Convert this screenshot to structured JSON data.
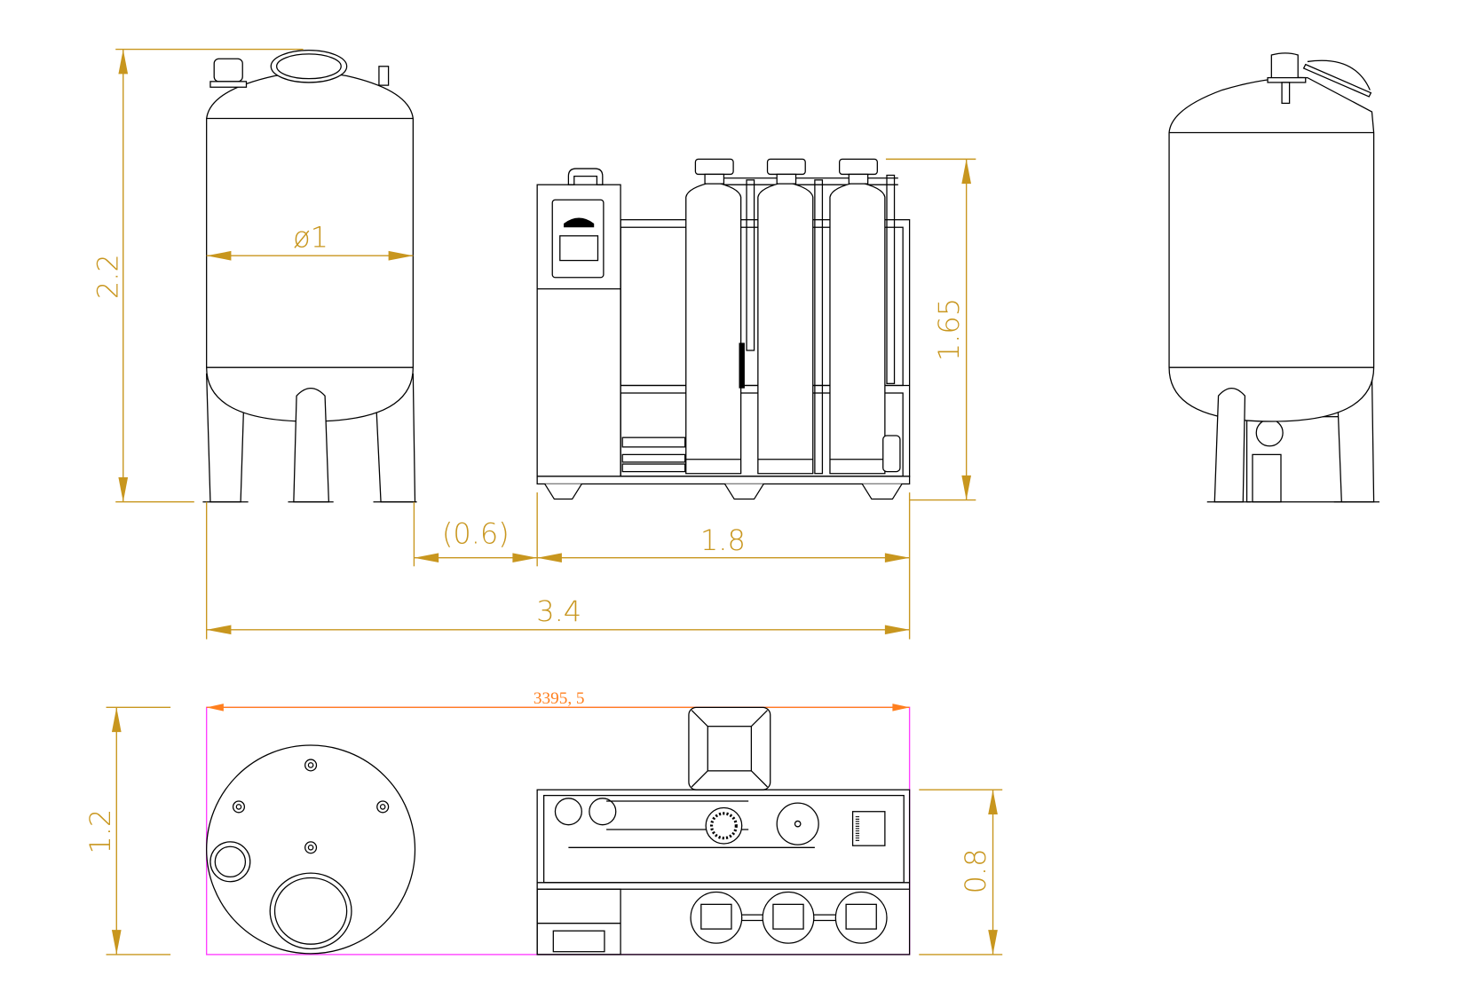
{
  "drawing": {
    "title": "Water treatment system with storage tank - elevation and plan views",
    "dimensions": {
      "tank_height": "2.2",
      "tank_diameter": "ø1",
      "unit_height": "1.65",
      "gap": "(0.6)",
      "unit_length": "1.8",
      "overall_length": "3.4",
      "plan_overall_length": "3395, 5",
      "plan_tank_depth": "1.2",
      "plan_unit_depth": "0.8"
    },
    "colors": {
      "dimension": "#c8961e",
      "plan_dimension": "#ff7f1e",
      "plan_boundary": "#ff40ff",
      "linework": "#000000"
    }
  }
}
